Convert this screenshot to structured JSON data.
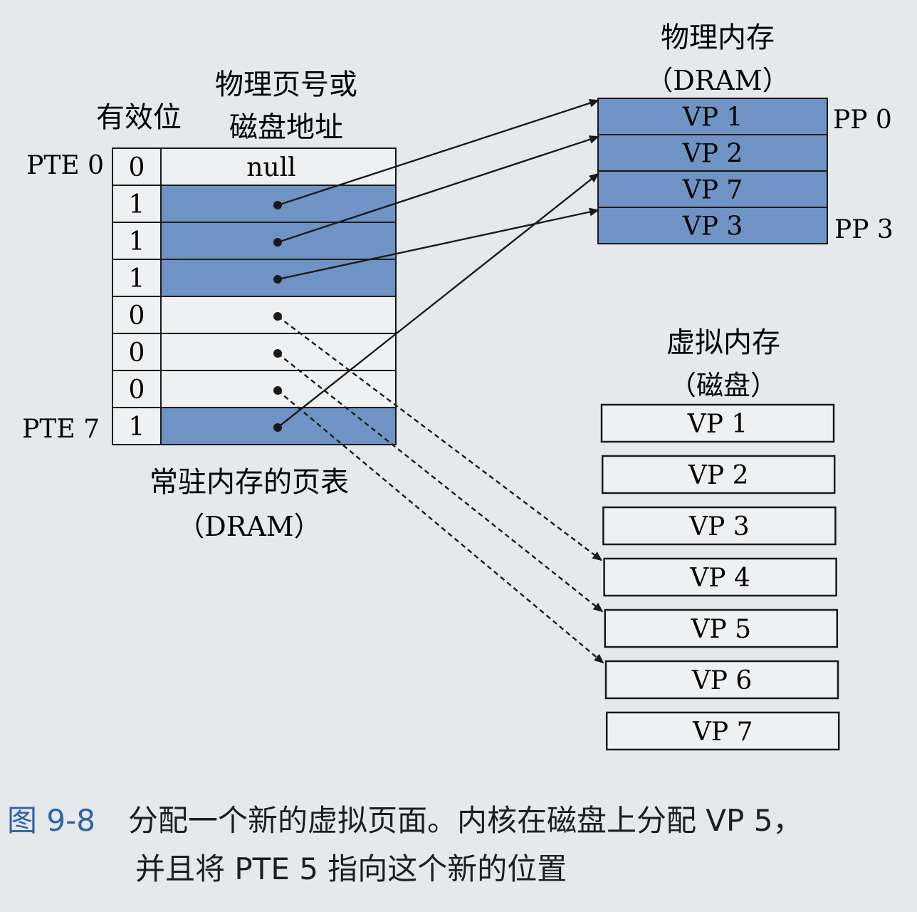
{
  "page_table": {
    "header_valid": "有效位",
    "header_addr_line1": "物理页号或",
    "header_addr_line2": "磁盘地址",
    "pte_first_label": "PTE 0",
    "pte_last_label": "PTE 7",
    "footer_line1": "常驻内存的页表",
    "footer_line2": "（DRAM）",
    "entries": [
      {
        "valid": "0",
        "addr": "null",
        "resident": false,
        "target": null
      },
      {
        "valid": "1",
        "addr": "",
        "resident": true,
        "target": "pm.0"
      },
      {
        "valid": "1",
        "addr": "",
        "resident": true,
        "target": "pm.1"
      },
      {
        "valid": "1",
        "addr": "",
        "resident": true,
        "target": "pm.3"
      },
      {
        "valid": "0",
        "addr": "",
        "resident": false,
        "target": "vm.3"
      },
      {
        "valid": "0",
        "addr": "",
        "resident": false,
        "target": "vm.4"
      },
      {
        "valid": "0",
        "addr": "",
        "resident": false,
        "target": "vm.5"
      },
      {
        "valid": "1",
        "addr": "",
        "resident": true,
        "target": "pm.2"
      }
    ]
  },
  "physical_memory": {
    "title_line1": "物理内存",
    "title_line2": "（DRAM）",
    "pages": [
      "VP 1",
      "VP 2",
      "VP 7",
      "VP 3"
    ],
    "first_label": "PP 0",
    "last_label": "PP 3"
  },
  "virtual_memory": {
    "title_line1": "虚拟内存",
    "title_line2": "（磁盘）",
    "pages": [
      "VP 1",
      "VP 2",
      "VP 3",
      "VP 4",
      "VP 5",
      "VP 6",
      "VP 7"
    ]
  },
  "caption": {
    "label": "图 9-8",
    "line1": "分配一个新的虚拟页面。内核在磁盘上分配 VP 5，",
    "line2": "并且将 PTE 5 指向这个新的位置"
  },
  "colors": {
    "resident_fill": "#6f93c4",
    "disk_fill": "#eef0f2",
    "line": "#1a1a1a",
    "caption_label": "#2f64a6"
  }
}
